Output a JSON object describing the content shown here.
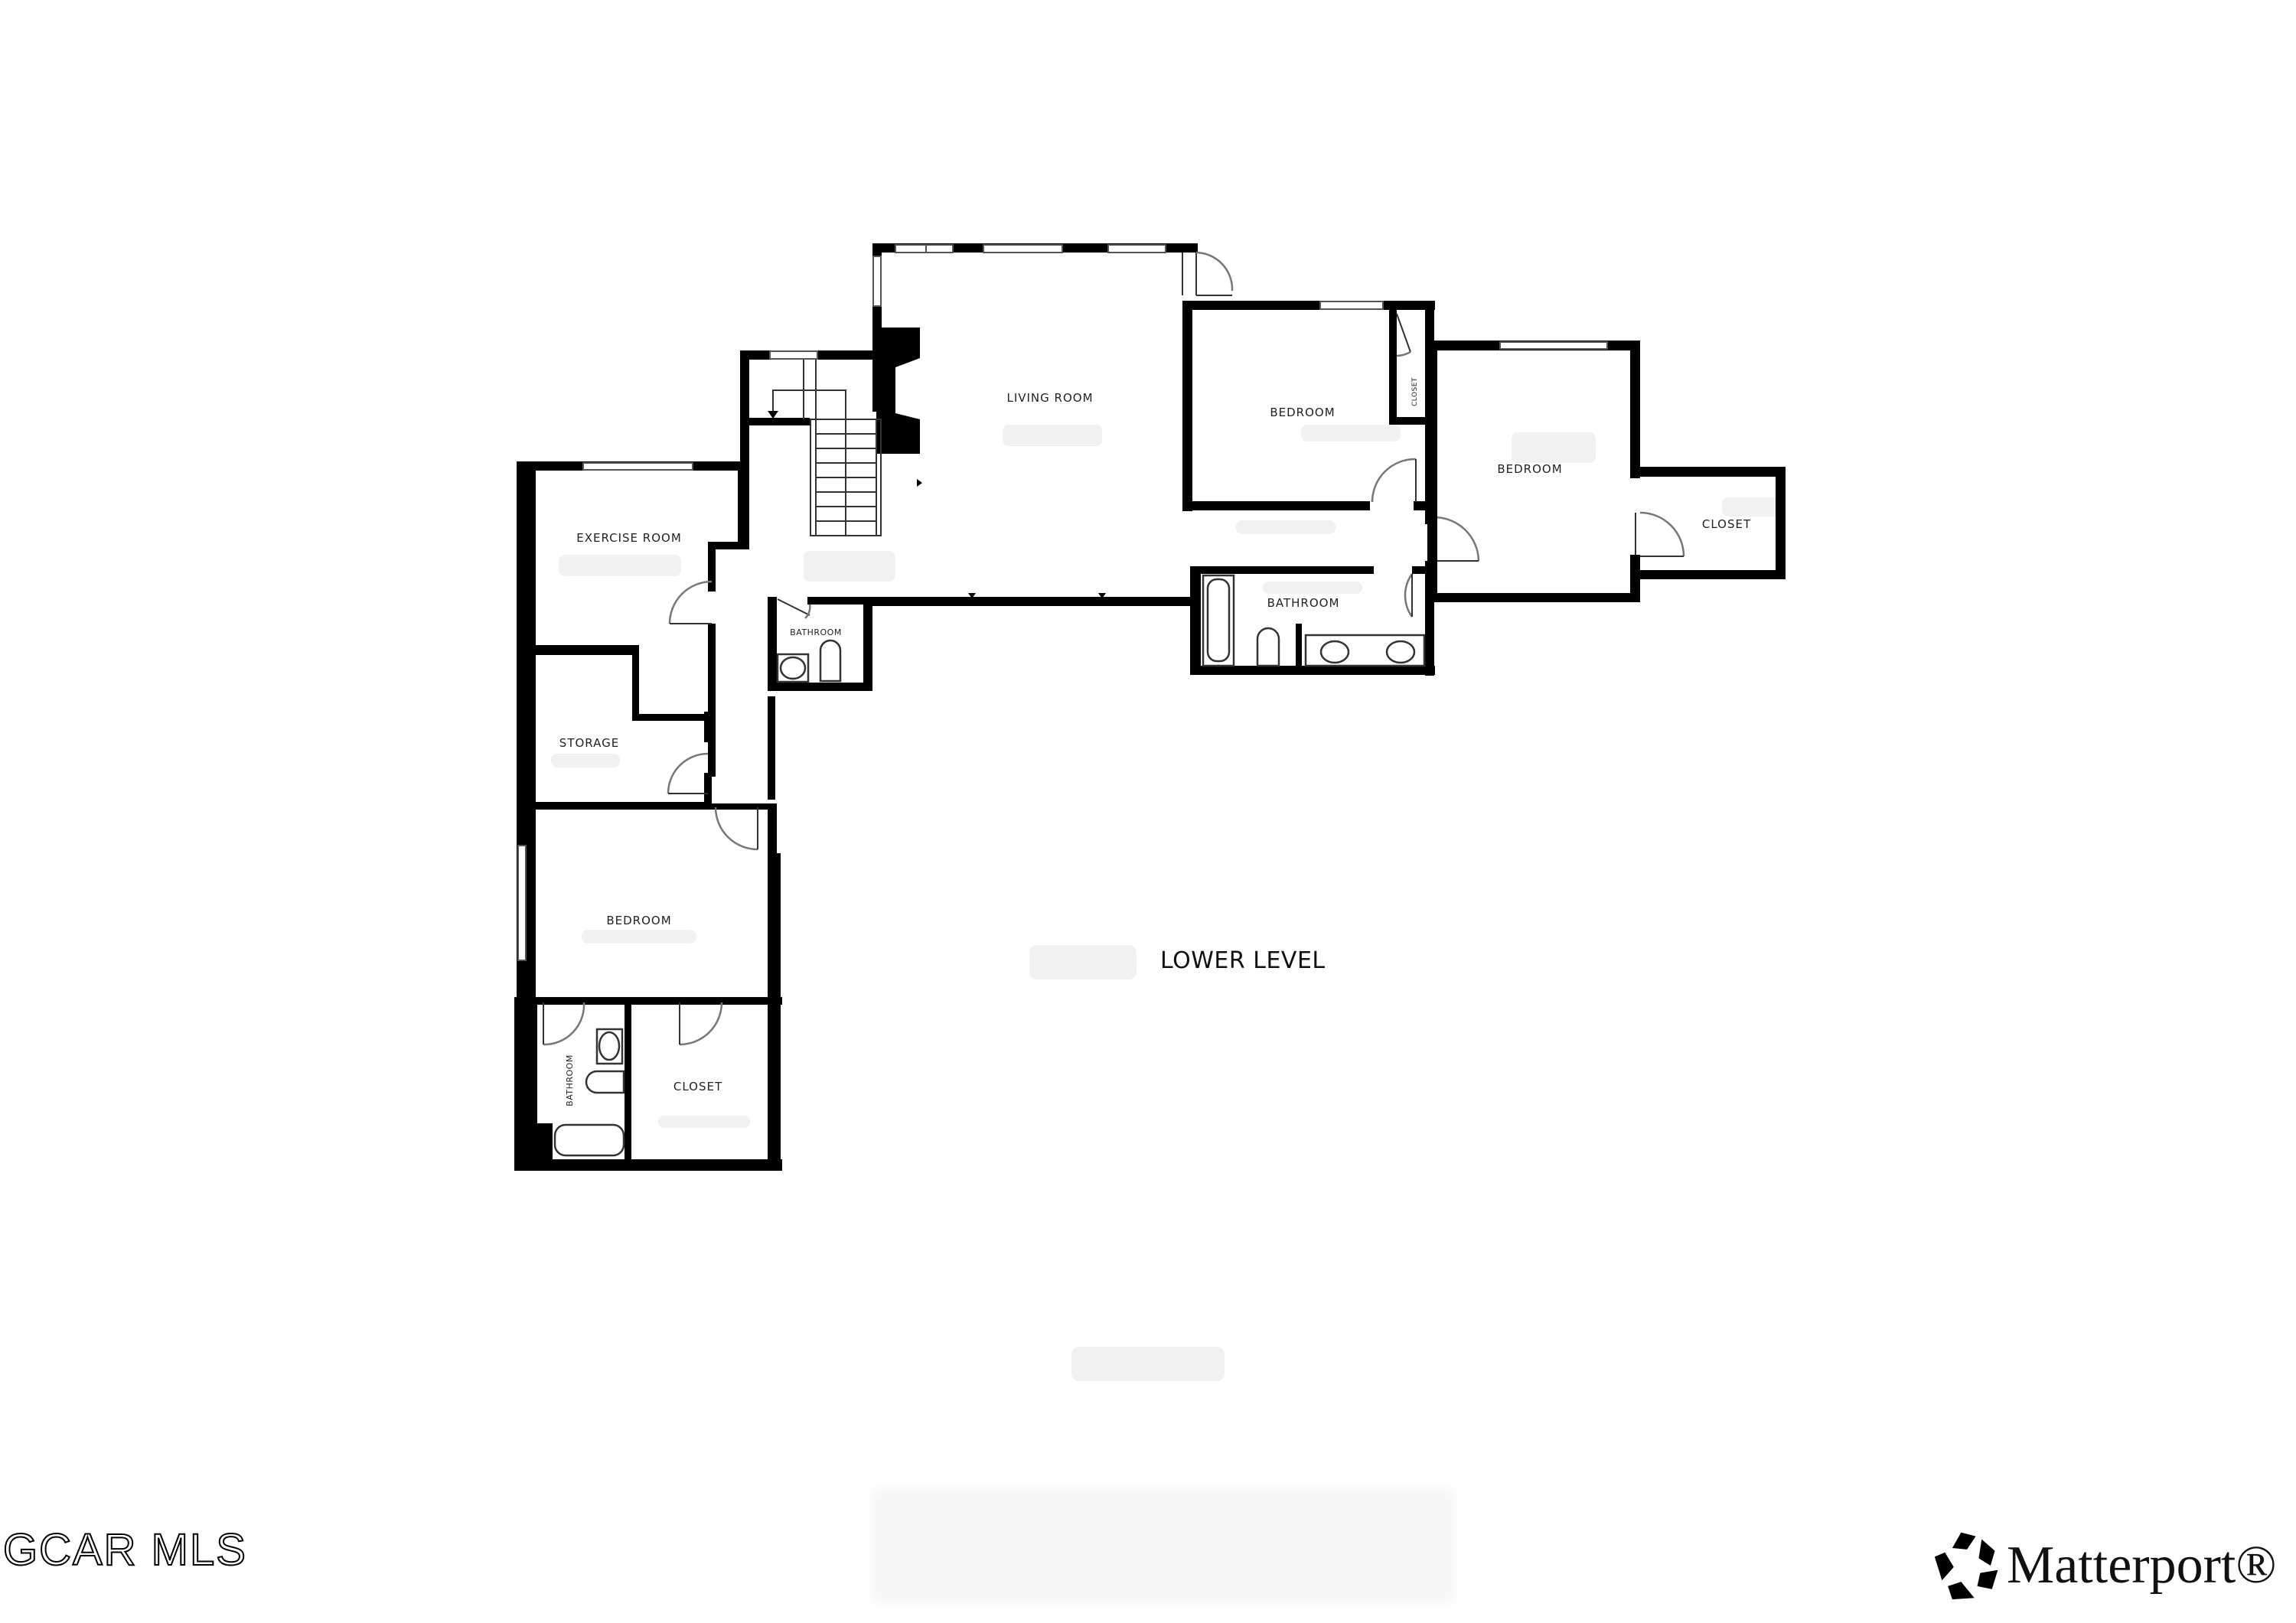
{
  "floor_plan": {
    "level_label": "LOWER LEVEL",
    "rooms": [
      {
        "id": "living-room",
        "label": "LIVING ROOM"
      },
      {
        "id": "bedroom-middle",
        "label": "BEDROOM"
      },
      {
        "id": "closet-middle",
        "label": "CLOSET"
      },
      {
        "id": "bedroom-right",
        "label": "BEDROOM"
      },
      {
        "id": "closet-right",
        "label": "CLOSET"
      },
      {
        "id": "bathroom-right",
        "label": "BATHROOM"
      },
      {
        "id": "exercise-room",
        "label": "EXERCISE ROOM"
      },
      {
        "id": "bathroom-small",
        "label": "BATHROOM"
      },
      {
        "id": "storage",
        "label": "STORAGE"
      },
      {
        "id": "bedroom-left",
        "label": "BEDROOM"
      },
      {
        "id": "bathroom-left",
        "label": "BATHROOM"
      },
      {
        "id": "closet-left",
        "label": "CLOSET"
      }
    ]
  },
  "watermark": {
    "text": "GCAR MLS"
  },
  "brand": {
    "name": "Matterport®",
    "icon": "matterport-logo-icon"
  },
  "colors": {
    "wall": "#000000",
    "background": "#ffffff",
    "text": "#222222"
  }
}
